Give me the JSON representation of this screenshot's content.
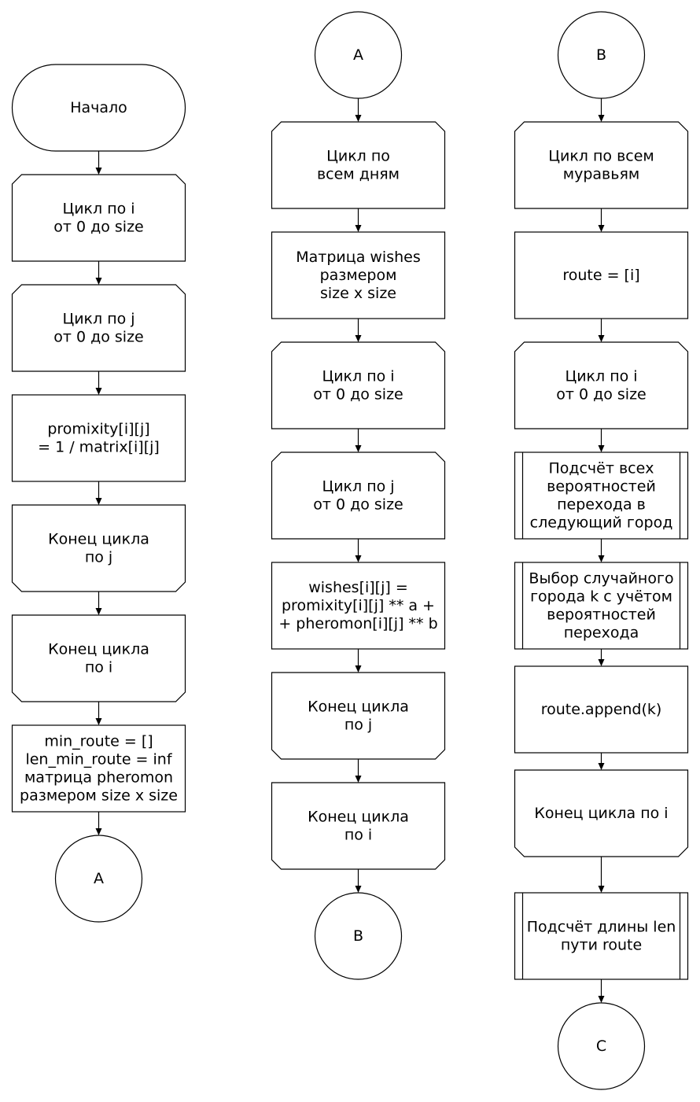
{
  "columns": [
    {
      "id": "col-1",
      "nodes": [
        {
          "id": "start",
          "kind": "terminator",
          "lines": [
            "Начало"
          ]
        },
        {
          "id": "loop-i-begin",
          "kind": "loop-start",
          "lines": [
            "Цикл по i",
            "от 0 до size"
          ]
        },
        {
          "id": "loop-j-begin",
          "kind": "loop-start",
          "lines": [
            "Цикл по j",
            "от 0 до size"
          ]
        },
        {
          "id": "promixity-calc",
          "kind": "process",
          "lines": [
            "promixity[i][j]",
            " = 1 / matrix[i][j]"
          ]
        },
        {
          "id": "loop-j-end",
          "kind": "loop-end",
          "lines": [
            "Конец цикла",
            "по j"
          ]
        },
        {
          "id": "loop-i-end",
          "kind": "loop-end",
          "lines": [
            "Конец цикла",
            "по i"
          ]
        },
        {
          "id": "init-block",
          "kind": "process",
          "lines": [
            "min_route = []",
            "len_min_route = inf",
            "матрица pheromon",
            "размером size x size"
          ]
        },
        {
          "id": "connector-a-out",
          "kind": "connector",
          "lines": [
            "A"
          ]
        }
      ]
    },
    {
      "id": "col-2",
      "nodes": [
        {
          "id": "connector-a-in",
          "kind": "connector",
          "lines": [
            "A"
          ]
        },
        {
          "id": "loop-days-begin",
          "kind": "loop-start",
          "lines": [
            "Цикл по",
            "всем дням"
          ]
        },
        {
          "id": "wishes-matrix",
          "kind": "process",
          "lines": [
            "Матрица wishes",
            "размером",
            "size x size"
          ]
        },
        {
          "id": "loop-i-begin",
          "kind": "loop-start",
          "lines": [
            "Цикл по i",
            "от 0 до size"
          ]
        },
        {
          "id": "loop-j-begin",
          "kind": "loop-start",
          "lines": [
            "Цикл по j",
            "от 0 до size"
          ]
        },
        {
          "id": "wishes-calc",
          "kind": "process",
          "lines": [
            "wishes[i][j] =",
            "promixity[i][j] ** a +",
            "+ pheromon[i][j] ** b"
          ]
        },
        {
          "id": "loop-j-end",
          "kind": "loop-end",
          "lines": [
            "Конец цикла",
            "по j"
          ]
        },
        {
          "id": "loop-i-end",
          "kind": "loop-end",
          "lines": [
            "Конец цикла",
            "по i"
          ]
        },
        {
          "id": "connector-b-out",
          "kind": "connector",
          "lines": [
            "B"
          ]
        }
      ]
    },
    {
      "id": "col-3",
      "nodes": [
        {
          "id": "connector-b-in",
          "kind": "connector",
          "lines": [
            "B"
          ]
        },
        {
          "id": "loop-ants-begin",
          "kind": "loop-start",
          "lines": [
            "Цикл по всем",
            "муравьям"
          ]
        },
        {
          "id": "route-init",
          "kind": "process",
          "lines": [
            "route = [i]"
          ]
        },
        {
          "id": "loop-i-begin",
          "kind": "loop-start",
          "lines": [
            "Цикл по i",
            "от 0 до size"
          ]
        },
        {
          "id": "probabilities-calc",
          "kind": "subroutine",
          "lines": [
            "Подсчёт всех",
            "вероятностей",
            "перехода в",
            "следующий город"
          ]
        },
        {
          "id": "random-city-choice",
          "kind": "subroutine",
          "lines": [
            "Выбор случайного",
            "города k с учётом",
            "вероятностей",
            "перехода"
          ]
        },
        {
          "id": "route-append",
          "kind": "process",
          "lines": [
            "route.append(k)"
          ]
        },
        {
          "id": "loop-i-end",
          "kind": "loop-end",
          "lines": [
            "Конец цикла по i"
          ]
        },
        {
          "id": "route-length-calc",
          "kind": "subroutine",
          "lines": [
            "Подсчёт длины len",
            "пути route"
          ]
        },
        {
          "id": "connector-c-out",
          "kind": "connector",
          "lines": [
            "C"
          ]
        }
      ]
    }
  ]
}
